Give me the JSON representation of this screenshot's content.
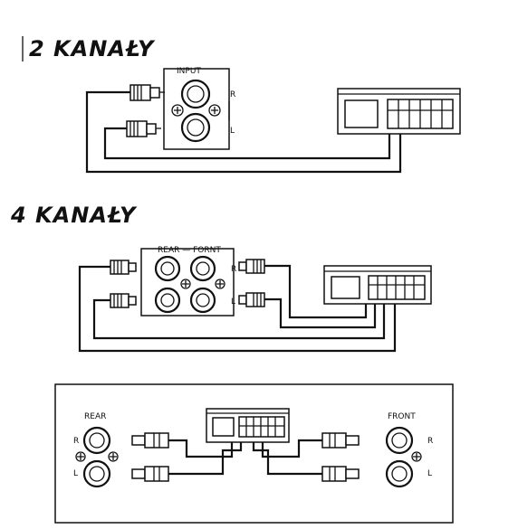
{
  "sections": [
    {
      "heading": "2 KANAŁY",
      "panel_label": "INPUT",
      "right_label": "R",
      "left_label": "L"
    },
    {
      "heading": "4 KANAŁY",
      "panel_label": "REAR — FORNT",
      "right_label": "R",
      "left_label": "L"
    }
  ],
  "rear_panel": {
    "rear_label": "REAR",
    "front_label": "FRONT",
    "rear_r": "R",
    "rear_l": "L",
    "front_r": "R",
    "front_l": "L"
  }
}
